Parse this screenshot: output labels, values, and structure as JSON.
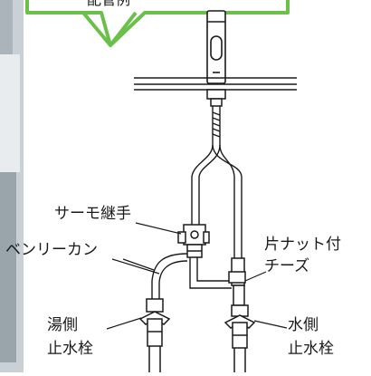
{
  "callout_text": "配管例",
  "colors": {
    "callout_border": "#6bc04b",
    "line": "#1a1a1a",
    "backdrop": "#bcc6cc"
  },
  "labels": {
    "thermo_joint": "サーモ継手",
    "bellows_can": "ベンリーカン",
    "single_nut_tee_line1": "片ナット付",
    "single_nut_tee_line2": "チーズ",
    "hot_valve_line1": "湯側",
    "hot_valve_line2": "止水栓",
    "cold_valve_line1": "水側",
    "cold_valve_line2": "止水栓"
  }
}
